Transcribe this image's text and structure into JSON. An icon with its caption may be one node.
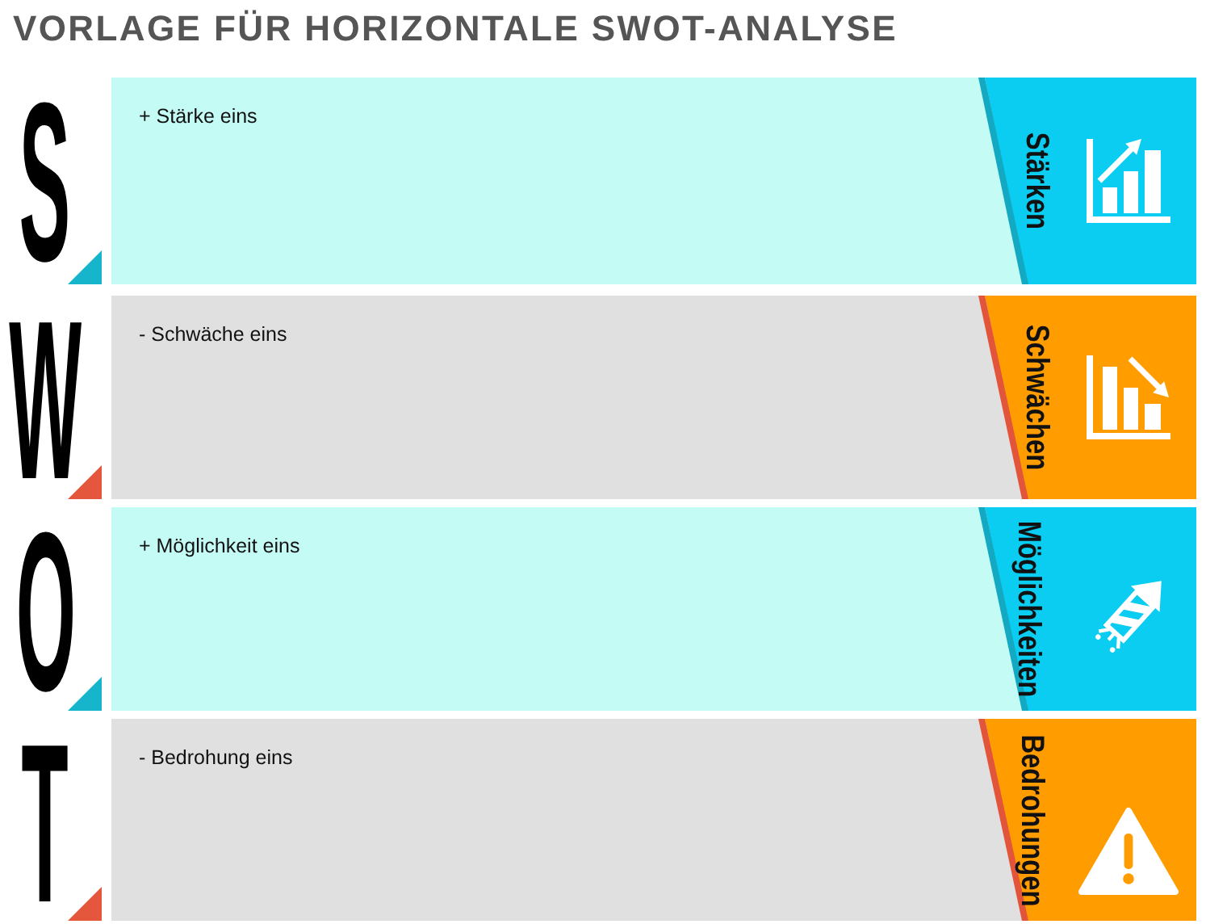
{
  "diagram": {
    "title": "VORLAGE FÜR HORIZONTALE SWOT-ANALYSE",
    "nodes": [
      {
        "text": [
          "+ Stärke eins"
        ],
        "beside": [
          "S"
        ]
      },
      {
        "text": [
          "Stärken"
        ],
        "in": 0
      },
      {
        "text": [
          "- Schwäche eins"
        ],
        "beside": [
          "W"
        ]
      },
      {
        "text": [
          "Schwächen"
        ],
        "in": 2
      },
      {
        "text": [
          "+ Möglichkeit eins"
        ],
        "beside": [
          "O"
        ]
      },
      {
        "text": [
          "Möglichkeiten"
        ],
        "in": 4
      },
      {
        "text": [
          "- Bedrohung eins"
        ],
        "beside": [
          "T"
        ]
      },
      {
        "text": [
          "Bedrohungen"
        ],
        "in": 6
      }
    ]
  }
}
